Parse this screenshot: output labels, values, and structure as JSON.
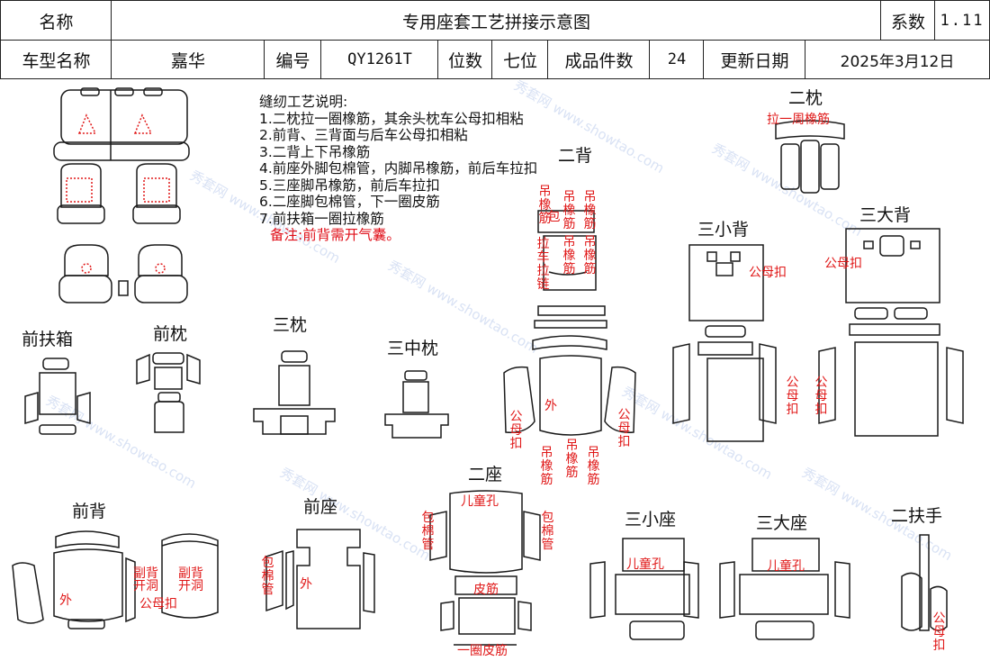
{
  "header": {
    "name_label": "名称",
    "title": "专用座套工艺拼接示意图",
    "coef_label": "系数",
    "coef_value": "1.11",
    "model_label": "车型名称",
    "model_value": "嘉华",
    "code_label": "编号",
    "code_value": "QY1261T",
    "seats_label": "位数",
    "seats_value": "七位",
    "pieces_label": "成品件数",
    "pieces_value": "24",
    "date_label": "更新日期",
    "date_value": "2025年3月12日"
  },
  "notes": {
    "heading": "缝纫工艺说明:",
    "items": [
      "1.二枕拉一圈橡筋，其余头枕车公母扣相粘",
      "2.前背、三背面与后车公母扣相粘",
      "3.二背上下吊橡筋",
      "4.前座外脚包棉管，内脚吊橡筋，前后车拉扣",
      "5.三座脚吊橡筋，前后车拉扣",
      "6.二座脚包棉管，下一圈皮筋",
      "7.前扶箱一圈拉橡筋"
    ],
    "remark": "备注:前背需开气囊。"
  },
  "sections": {
    "front_armrest": "前扶箱",
    "front_pillow": "前枕",
    "third_pillow": "三枕",
    "third_mid_pillow": "三中枕",
    "second_back": "二背",
    "second_pillow": "二枕",
    "third_small_back": "三小背",
    "third_big_back": "三大背",
    "front_back": "前背",
    "front_seat": "前座",
    "second_seat": "二座",
    "third_small_seat": "三小座",
    "third_big_seat": "三大座",
    "second_armrest": "二扶手"
  },
  "annotations": {
    "pull_one_loop": "拉一周橡筋",
    "hang_rubber": "吊橡筋",
    "snap": "公母扣",
    "outer": "外",
    "wrap_tube": "包棉管",
    "child_hole": "儿童孔",
    "rubber": "皮筋",
    "one_loop_rubber": "一圈皮筋",
    "airbag_open": "副背开洞",
    "pull_rubber_car_zipper": "拉车拉链",
    "bag": "包"
  },
  "watermark": "秀套网 www.showtao.com"
}
